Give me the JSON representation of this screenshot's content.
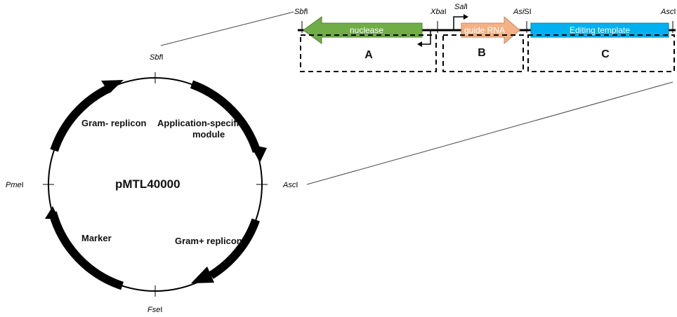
{
  "plasmid": {
    "name": "pMTL40000",
    "modules": {
      "gram_neg": "Gram- replicon",
      "app_line1": "Application-specific",
      "app_line2": "module",
      "gram_pos": "Gram+ replicon",
      "marker": "Marker"
    },
    "sites": {
      "sbfi_it": "Sbf",
      "sbfi_rest": "I",
      "asci_it": "Asc",
      "asci_rest": "I",
      "fsei_it": "Fse",
      "fsei_rest": "I",
      "pmei_it": "Pme",
      "pmei_rest": "I"
    }
  },
  "module_map": {
    "sites": {
      "sbfi_it": "Sbf",
      "sbfi_rest": "I",
      "xbai_it": "Xba",
      "xbai_rest": "I",
      "sali_it": "Sal",
      "sali_rest": "I",
      "asisi_it": "Asi",
      "asisi_rest": "SI",
      "asci_it": "Asc",
      "asci_rest": "I"
    },
    "features": {
      "nuclease": "nuclease",
      "guide": "guide RNA",
      "template": "Editing template"
    },
    "segments": [
      "A",
      "B",
      "C"
    ],
    "colors": {
      "nuclease": "#70ad47",
      "guide": "#f4b183",
      "template": "#00b0f0"
    }
  }
}
